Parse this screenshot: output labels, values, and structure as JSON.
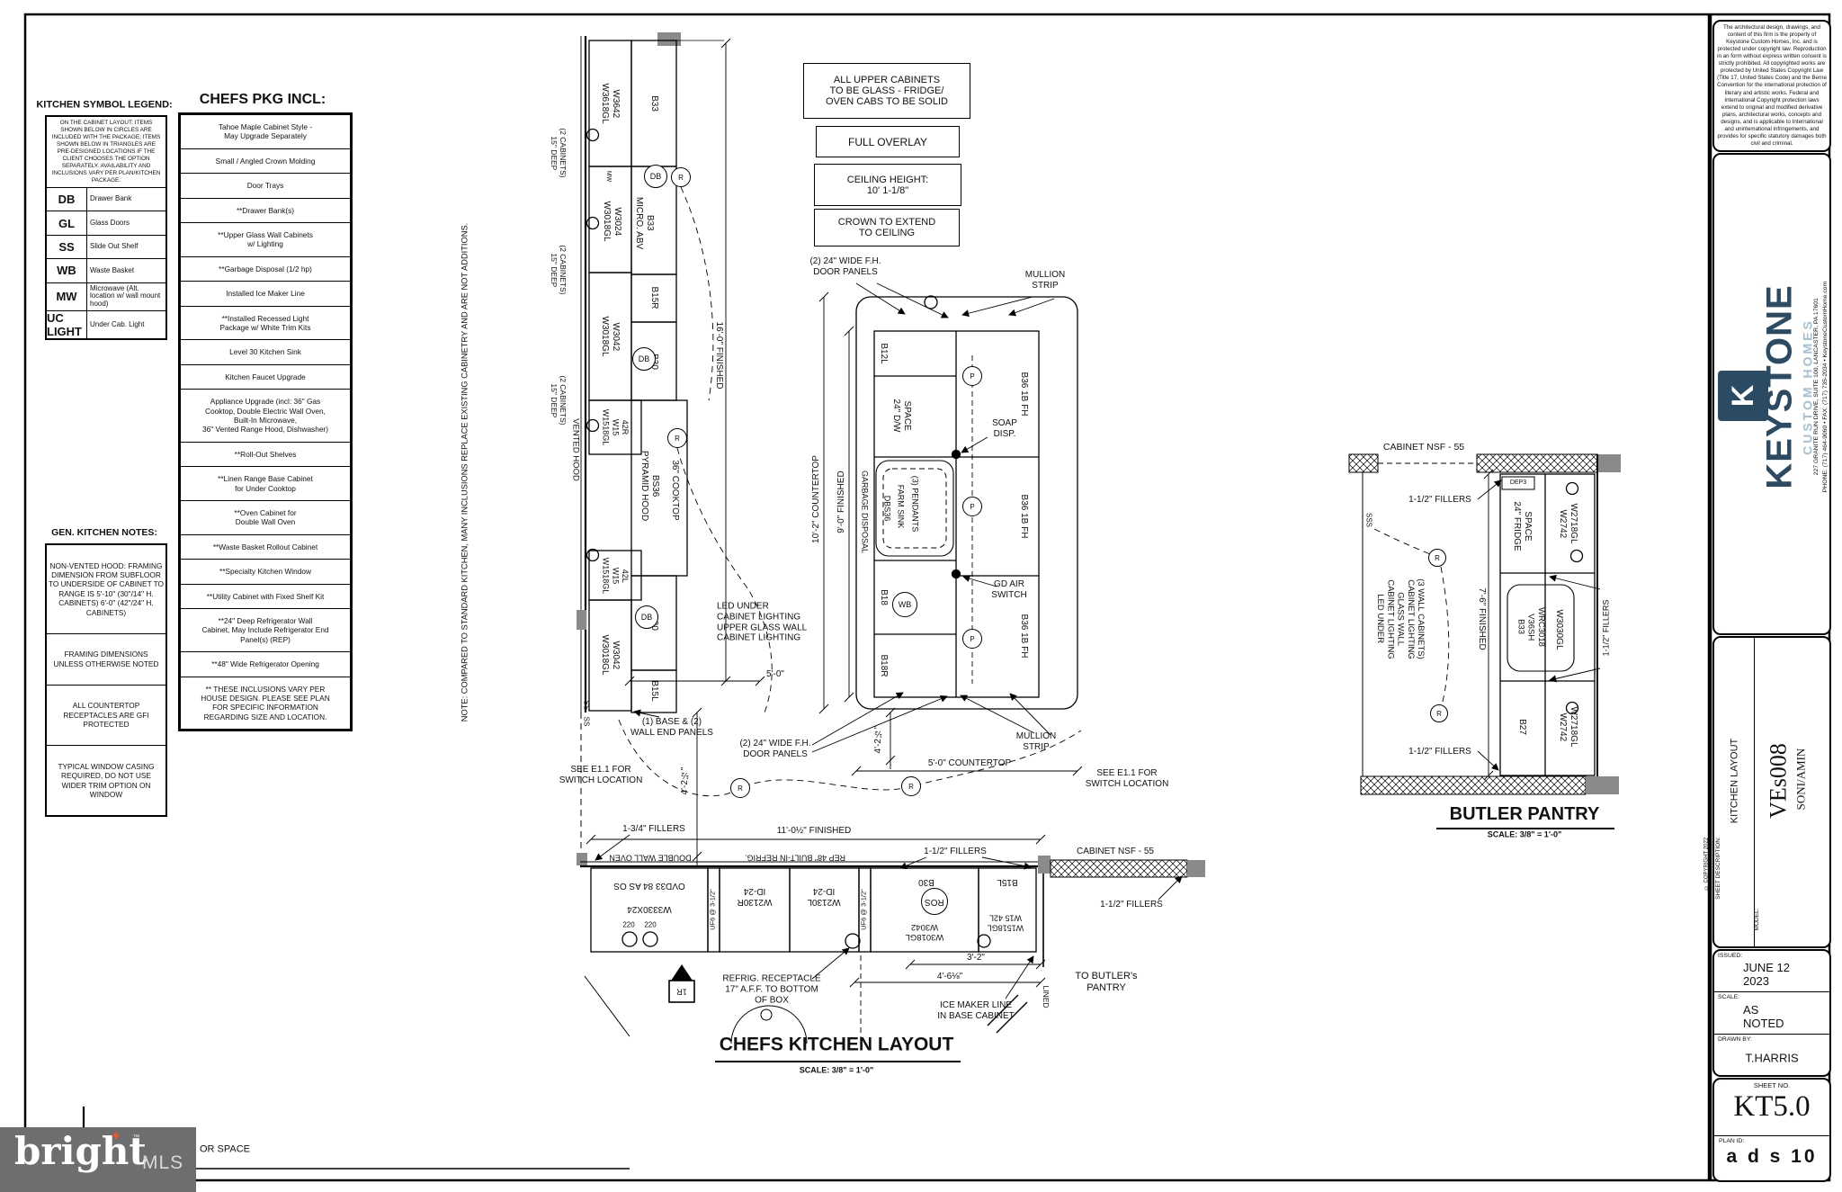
{
  "colors": {
    "navy": "#2b4a63",
    "lightblue": "#a3c0d4",
    "logo_gray": "#6d6e70",
    "logo_orange": "#e8552e",
    "wall_gray": "#8a8a8a"
  },
  "legend": {
    "title": "KITCHEN SYMBOL LEGEND:",
    "intro": "ON THE CABINET LAYOUT: ITEMS SHOWN BELOW IN CIRCLES ARE INCLUDED WITH THE PACKAGE; ITEMS SHOWN BELOW IN TRIANGLES ARE PRE-DESIGNED LOCATIONS IF THE CLIENT CHOOSES THE OPTION SEPARATELY. AVAILABILITY AND INCLUSIONS VARY PER PLAN/KITCHEN PACKAGE.",
    "rows": [
      {
        "sym": "DB",
        "desc": "Drawer Bank"
      },
      {
        "sym": "GL",
        "desc": "Glass Doors"
      },
      {
        "sym": "SS",
        "desc": "Slide Out Shelf"
      },
      {
        "sym": "WB",
        "desc": "Waste Basket"
      },
      {
        "sym": "MW",
        "desc": "Microwave (Alt. location w/ wall mount hood)"
      },
      {
        "sym": "UC LIGHT",
        "desc": "Under Cab. Light"
      }
    ]
  },
  "notes": {
    "title": "GEN. KITCHEN NOTES:",
    "items": [
      "NON-VENTED HOOD: FRAMING DIMENSION FROM SUBFLOOR TO UNDERSIDE OF CABINET TO RANGE IS 5'-10\" (30\"/14\" H. CABINETS) 6'-0\" (42\"/24\" H. CABINETS)",
      "FRAMING DIMENSIONS UNLESS OTHERWISE NOTED",
      "ALL COUNTERTOP RECEPTACLES ARE GFI PROTECTED",
      "TYPICAL WINDOW CASING REQUIRED, DO NOT USE WIDER TRIM OPTION ON WINDOW"
    ]
  },
  "pkg": {
    "title": "CHEFS PKG INCL:",
    "items": [
      "Tahoe Maple Cabinet Style -\nMay Upgrade Separately",
      "Small / Angled Crown Molding",
      "Door Trays",
      "**Drawer Bank(s)",
      "**Upper Glass Wall Cabinets\nw/ Lighting",
      "**Garbage Disposal (1/2 hp)",
      "Installed Ice Maker Line",
      "**Installed Recessed Light\nPackage w/ White Trim Kits",
      "Level 30 Kitchen Sink",
      "Kitchen Faucet Upgrade",
      "Appliance Upgrade (incl: 36\" Gas\nCooktop, Double Electric Wall Oven,\nBuilt-In Microwave,\n36\" Vented Range Hood, Dishwasher)",
      "**Roll-Out Shelves",
      "**Linen Range Base Cabinet\nfor Under Cooktop",
      "**Oven Cabinet for\nDouble Wall Oven",
      "**Waste Basket Rollout Cabinet",
      "**Specialty Kitchen Window",
      "**Utility Cabinet with Fixed Shelf Kit",
      "**24\" Deep Refrigerator Wall\nCabinet, May Include Refrigerator End\nPanel(s) (REP)",
      "**48\" Wide Refrigerator Opening",
      "**  THESE INCLUSIONS VARY PER\nHOUSE DESIGN.  PLEASE SEE PLAN\nFOR SPECIFIC INFORMATION\nREGARDING SIZE AND LOCATION."
    ]
  },
  "side_note": "NOTE: COMPARED TO STANDARD KITCHEN, MANY INCLUSIONS REPLACE EXISTING CABINETRY AND ARE NOT ADDITIONS.",
  "top_notes": {
    "glass": "ALL UPPER CABINETS\nTO BE GLASS - FRIDGE/\nOVEN CABS TO BE SOLID",
    "overlay": "FULL OVERLAY",
    "ceiling": "CEILING HEIGHT:\n10' 1-1/8\"",
    "crown": "CROWN TO EXTEND\nTO CEILING"
  },
  "kit": {
    "title": "CHEFS KITCHEN LAYOUT",
    "scale": "SCALE: 3/8\" = 1'-0\"",
    "deep": "15\" DEEP\n(2 CABINETS)",
    "vented": "VENTED HOOD",
    "w3642": "W3618GL\nW3642",
    "b33": "B33",
    "mw": "MW",
    "w3024": "W3018GL\nW3024",
    "micro": "MICRO. ABV\nB33",
    "b15r": "B15R",
    "w3042": "W3018GL\nW3042",
    "b30": "B30",
    "w1542r": "W1518GL\nW15\n42R",
    "pyramid": "PYRAMID HOOD\nBS36",
    "cooktop": "36\" COOKTOP",
    "w1542l": "W1518GL\nW15\n42L",
    "b15l": "B15L",
    "db": "DB",
    "ss": "SS",
    "isl": {
      "b12l": "B12L",
      "dw": "24\" D/W\nSPACE",
      "dbs36": "DBS36",
      "farm": "FARM SINK",
      "pend": "(3) PENDANTS",
      "b18": "B18",
      "wb": "WB",
      "b18r": "B18R",
      "b36": "B36 1B FH",
      "p": "P",
      "r": "R"
    },
    "bw": {
      "dbloven": "DOUBLE WALL OVEN",
      "ovd": "OVD33 84 AS OS",
      "w3330": "W3330X24",
      "uf6": "UF6 @ 3-1/2\"",
      "w2130r": "W2130R\nID-24",
      "w2130l": "W2130L\nID-24",
      "ref": "REP  48\" BUILT-IN REFRIG.",
      "ros": "ROS",
      "w1542l": "W1518GL\nW15 42L",
      "v220": "220",
      "r1": "1R",
      "lined": "LINED"
    },
    "ann": {
      "led": "LED UNDER\nCABINET LIGHTING\nUPPER GLASS WALL\nCABINET LIGHTING",
      "door": "(2) 24\" WIDE F.H.\nDOOR PANELS",
      "mullion": "MULLION\nSTRIP",
      "soap": "SOAP\nDISP.",
      "gd": "GD AIR\nSWITCH",
      "garbage": "GARBAGE DISPOSAL",
      "base_end": "(1) BASE & (2)\nWALL END PANELS",
      "see": "SEE E1.1 FOR\nSWITCH LOCATION",
      "f134": "1-3/4\" FILLERS",
      "f112": "1-1/2\" FILLERS",
      "nsf": "CABINET NSF - 55",
      "ice": "ICE MAKER LINE\nIN BASE CABINET",
      "butler": "TO BUTLER's\nPANTRY",
      "refrig": "REFRIG. RECEPTACLE\n17\" A.F.F. TO BOTTOM\nOF BOX"
    },
    "dim": {
      "d16": "16'-0\" FINISHED",
      "d102": "10'-2\" COUNTERTOP",
      "d90": "9'-0\" FINISHED",
      "d50": "5'-0\"",
      "d50c": "5'-0\" COUNTERTOP",
      "d42": "4'-2½\"",
      "d110": "11'-0½\" FINISHED",
      "d32": "3'-2\"",
      "d46": "4'-6⅛\""
    }
  },
  "pan": {
    "label": "CABINET NSF - 55",
    "title": "BUTLER PANTRY",
    "scale": "SCALE: 3/8\" = 1'-0\"",
    "fridge": "24\" FRIDGE\nSPACE",
    "dep3": "DEP3",
    "w2742": "W2742\nW2718GL",
    "sink": "B33\nV36SH\nWRC3018",
    "w3030": "W3030GL",
    "b27": "B27",
    "led": "LED UNDER\nCABINET LIGHTING\nGLASS WALL\nCABINET LIGHTING\n(3 WALL CABINETS)",
    "d76": "7'-6\" FINISHED",
    "fill": "1-1/2\" FILLERS",
    "sss": "SSS",
    "r": "R"
  },
  "tb": {
    "copyright": "The architectural design, drawings, and content of this firm is the property of Keystone Custom Homes, Inc. and is protected under copyright law.  Reproduction in an form without express written consent is strictly prohibited.  All copyrighted works are protected by United States Copyright Law (Title 17, United States Code) and the Berne Convention for the international protection of literary and artistic works.  Federal and International Copyright protection laws extend to original and modified derivative plans, architectural works, concepts and designs, and is applicable to International and unintemational infringements, and provides for specific statutory damages both civil and criminal.",
    "brand": "KEYSTONE",
    "brand2": "CUSTOM HOMES",
    "k": "K",
    "addr": "227 GRANITE RUN DRIVE, SUITE 100, LANCASTER, PA 17601\nPHONE: (717) 464-9060 • FAX: (717) 735-2034 • KeystoneCustomHome.com",
    "desc_label": "SHEET DESCRIPTION:",
    "desc": "KITCHEN LAYOUT",
    "model_label": "MODEL:",
    "model": "VEs008",
    "client": "SONI/AMIN",
    "issued_label": "ISSUED:",
    "issued": "JUNE 12 2023",
    "scale_label": "SCALE:",
    "scale": "AS NOTED",
    "drawn_label": "DRAWN BY:",
    "drawn": "T.HARRIS",
    "sheet_label": "SHEET NO.",
    "sheet": "KT5.0",
    "plan_label": "PLAN ID:",
    "plan": "a d s 10",
    "side": "© COPYRIGHT 2022"
  },
  "logo": {
    "word": "bright",
    "mls": "MLS",
    "tm": "™",
    "star": "✦"
  },
  "frag": "OR SPACE"
}
